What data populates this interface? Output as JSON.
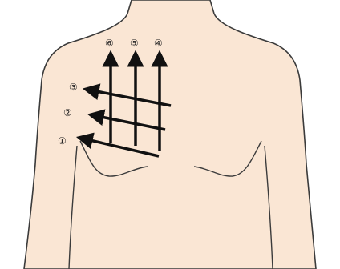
{
  "colors": {
    "skin": "#fae6d4",
    "outline": "#3b3b3b",
    "arrow": "#111111",
    "background": "#ffffff"
  },
  "arrows": {
    "horizontal": [
      {
        "number": "1",
        "label": "①"
      },
      {
        "number": "2",
        "label": "②"
      },
      {
        "number": "3",
        "label": "③"
      }
    ],
    "vertical": [
      {
        "number": "4",
        "label": "④"
      },
      {
        "number": "5",
        "label": "⑤"
      },
      {
        "number": "6",
        "label": "⑥"
      }
    ]
  }
}
